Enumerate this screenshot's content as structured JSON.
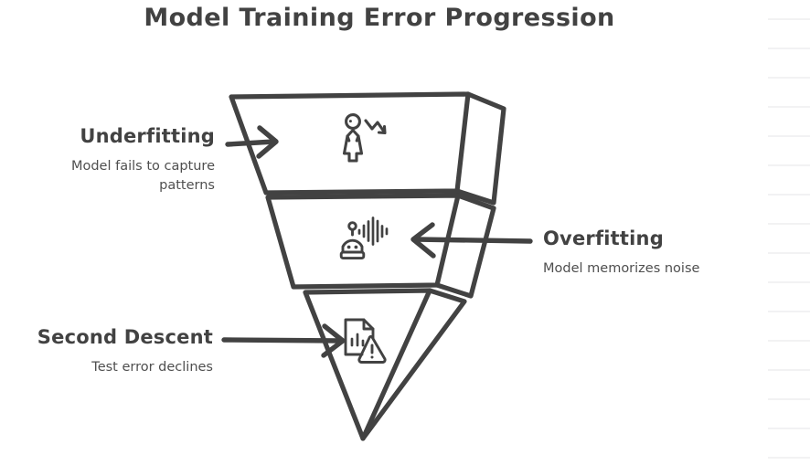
{
  "page": {
    "title": "Model Training Error Progression",
    "background_color": "#ffffff",
    "stroke_color": "#424242",
    "rule_line_color": "#f2f2f3"
  },
  "chart_data": {
    "type": "funnel",
    "title": "Model Training Error Progression",
    "orientation": "inverted-3d",
    "stages": [
      {
        "label": "Underfitting",
        "description": "Model fails to capture patterns",
        "icon": "person-declining-arrow-icon",
        "label_side": "left",
        "arrow_direction": "right"
      },
      {
        "label": "Overfitting",
        "description": "Model memorizes noise",
        "icon": "robot-waveform-icon",
        "label_side": "right",
        "arrow_direction": "left"
      },
      {
        "label": "Second Descent",
        "description": "Test error declines",
        "icon": "document-bar-chart-warning-icon",
        "label_side": "left",
        "arrow_direction": "right"
      }
    ]
  },
  "annotations": {
    "underfitting": {
      "title": "Underfitting",
      "description": "Model fails to capture patterns"
    },
    "overfitting": {
      "title": "Overfitting",
      "description": "Model memorizes noise"
    },
    "second_descent": {
      "title": "Second Descent",
      "description": "Test error declines"
    }
  }
}
